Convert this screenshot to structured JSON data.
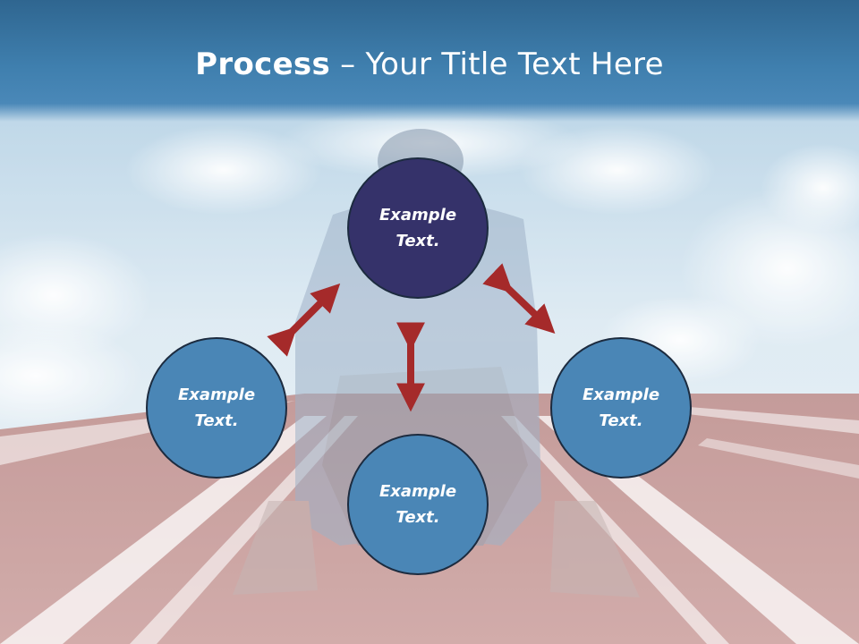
{
  "title": {
    "bold": "Process",
    "rest": " – Your Title Text Here"
  },
  "nodes": [
    {
      "id": "top",
      "line1": "Example",
      "line2": "Text.",
      "color": "#35326a"
    },
    {
      "id": "left",
      "line1": "Example",
      "line2": "Text.",
      "color": "#4a86b6"
    },
    {
      "id": "right",
      "line1": "Example",
      "line2": "Text.",
      "color": "#4a86b6"
    },
    {
      "id": "bottom",
      "line1": "Example",
      "line2": "Text.",
      "color": "#4a86b6"
    }
  ],
  "colors": {
    "arrow": "#a52a2a",
    "title_bar": "#3a78a8"
  },
  "icons": [
    "double-arrow-icon"
  ]
}
